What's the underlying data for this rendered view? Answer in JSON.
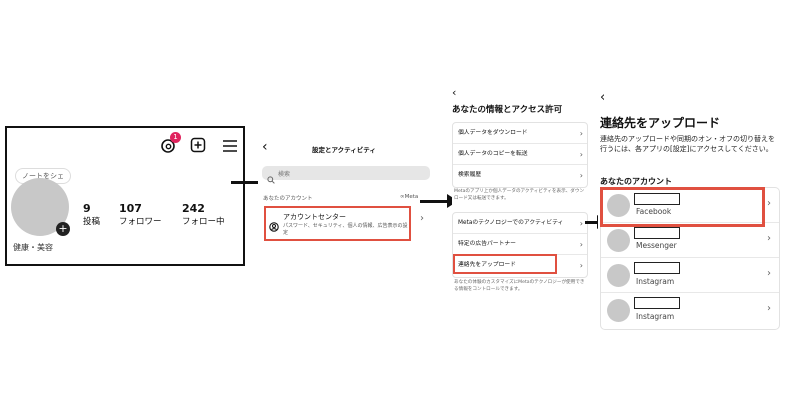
{
  "panel1": {
    "note_label": "ノートをシェ",
    "notification_count": "1",
    "plus_label": "+",
    "stats": [
      {
        "num": "9",
        "label": "投稿"
      },
      {
        "num": "107",
        "label": "フォロワー"
      },
      {
        "num": "242",
        "label": "フォロー中"
      }
    ],
    "bio": "健康・美容"
  },
  "panel2": {
    "back": "‹",
    "title": "設定とアクティビティ",
    "search_placeholder": "検索",
    "section_label": "あなたのアカウント",
    "meta_label": "∞Meta",
    "account_center": {
      "title": "アカウントセンター",
      "desc": "パスワード、セキュリティ、個人の情報、広告表示の設定",
      "chevron": "›"
    }
  },
  "panel3": {
    "back": "‹",
    "title": "あなたの情報とアクセス許可",
    "items_group1": [
      {
        "label": "個人データをダウンロード",
        "chevron": "›"
      },
      {
        "label": "個人データのコピーを転送",
        "chevron": "›"
      },
      {
        "label": "検索履歴",
        "chevron": "›"
      }
    ],
    "note1": "Metaのアプリ上か個人データのアクティビティを表示、ダウンロード又は転送できます。",
    "items_group2": [
      {
        "label": "Metaのテクノロジーでのアクティビティ",
        "chevron": "›"
      },
      {
        "label": "特定の広告パートナー",
        "chevron": "›"
      },
      {
        "label": "連絡先をアップロード",
        "chevron": "›"
      }
    ],
    "note2": "あなたの体験のカスタマイズにMetaのテクノロジーが使用できる情報をコントロールできます。"
  },
  "panel4": {
    "back": "‹",
    "title": "連絡先をアップロード",
    "desc": "連絡先のアップロードや同期のオン・オフの切り替えを行うには、各アプリの[設定]にアクセスしてください。",
    "section_label": "あなたのアカウント",
    "accounts": [
      {
        "app": "Facebook",
        "chevron": "›"
      },
      {
        "app": "Messenger",
        "chevron": "›"
      },
      {
        "app": "Instagram",
        "chevron": "›"
      },
      {
        "app": "Instagram",
        "chevron": "›"
      }
    ]
  },
  "colors": {
    "highlight": "#e05040",
    "notification": "#e0245e"
  }
}
